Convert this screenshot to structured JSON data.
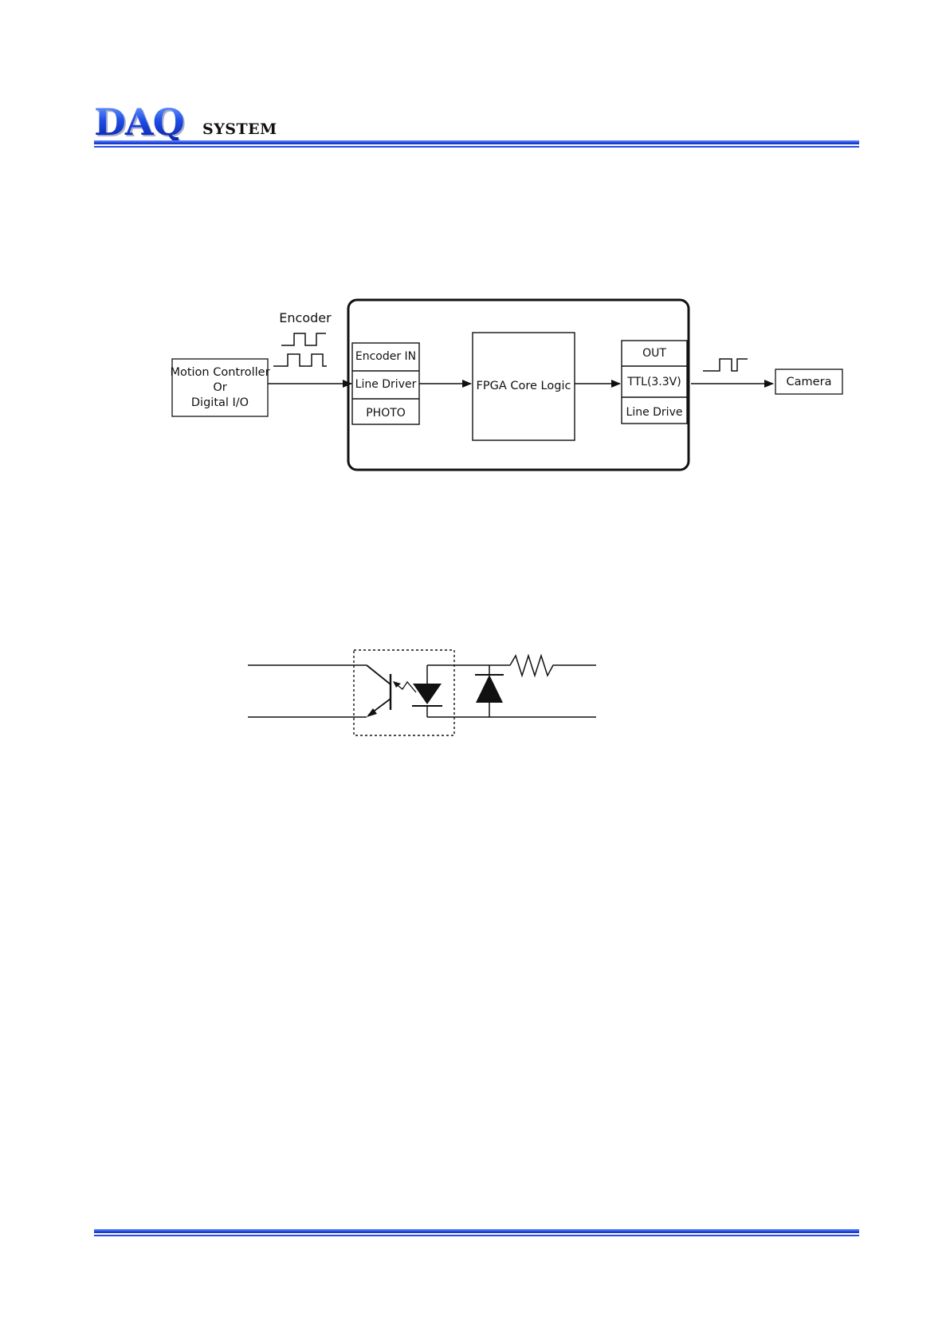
{
  "header": {
    "logo_main": "DAQ",
    "logo_sub": "SYSTEM"
  },
  "block_diagram": {
    "source_box": {
      "line1": "Motion Controller",
      "line2": "Or",
      "line3": "Digital I/O"
    },
    "encoder_label": "Encoder",
    "input_stack": [
      "Encoder IN",
      "Line Driver",
      "PHOTO"
    ],
    "core_label": "FPGA Core Logic",
    "output_stack": [
      "OUT",
      "TTL(3.3V)",
      "Line Drive"
    ],
    "destination_box": "Camera"
  },
  "colors": {
    "brand_blue": "#1f46e0",
    "line": "#111111"
  },
  "icons": [
    "pulse-waveform-icon",
    "arrow-icon",
    "transistor-symbol",
    "led-symbol",
    "diode-symbol",
    "resistor-symbol"
  ]
}
